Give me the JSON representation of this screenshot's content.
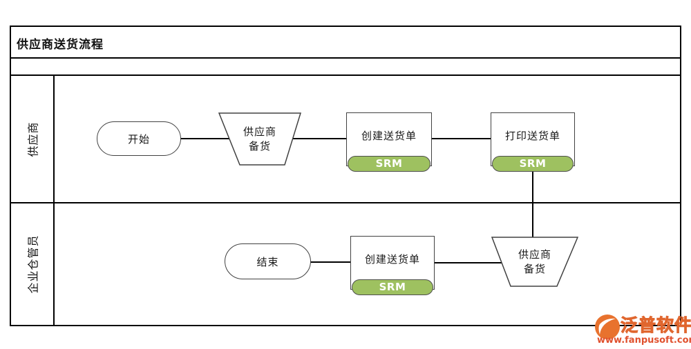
{
  "title": "供应商送货流程",
  "lanes": [
    {
      "label": "供应商"
    },
    {
      "label": "企业仓管员"
    }
  ],
  "nodes": {
    "start": {
      "type": "oval",
      "label": "开始"
    },
    "prep_supplier": {
      "type": "trapezoid",
      "lines": [
        "供应商",
        "备货"
      ]
    },
    "create_note_supplier": {
      "type": "rect",
      "label": "创建送货单",
      "badge": "SRM"
    },
    "print_note": {
      "type": "rect",
      "label": "打印送货单",
      "badge": "SRM"
    },
    "prep_warehouse": {
      "type": "trapezoid",
      "lines": [
        "供应商",
        "备货"
      ]
    },
    "create_note_warehouse": {
      "type": "rect",
      "label": "创建送货单",
      "badge": "SRM"
    },
    "end": {
      "type": "oval",
      "label": "结束"
    }
  },
  "flow": [
    "开始 → 供应商备货 → 创建送货单 → 打印送货单 → 供应商备货(企业仓管员) → 创建送货单(企业仓管员) → 结束"
  ],
  "colors": {
    "badge_green": "#9EC160",
    "line_black": "#000000",
    "watermark_orange": "#E8722E",
    "watermark_url_red": "#E0512E"
  },
  "watermark": {
    "brand": "泛普软件",
    "url": "www.fanpusoft.com"
  }
}
